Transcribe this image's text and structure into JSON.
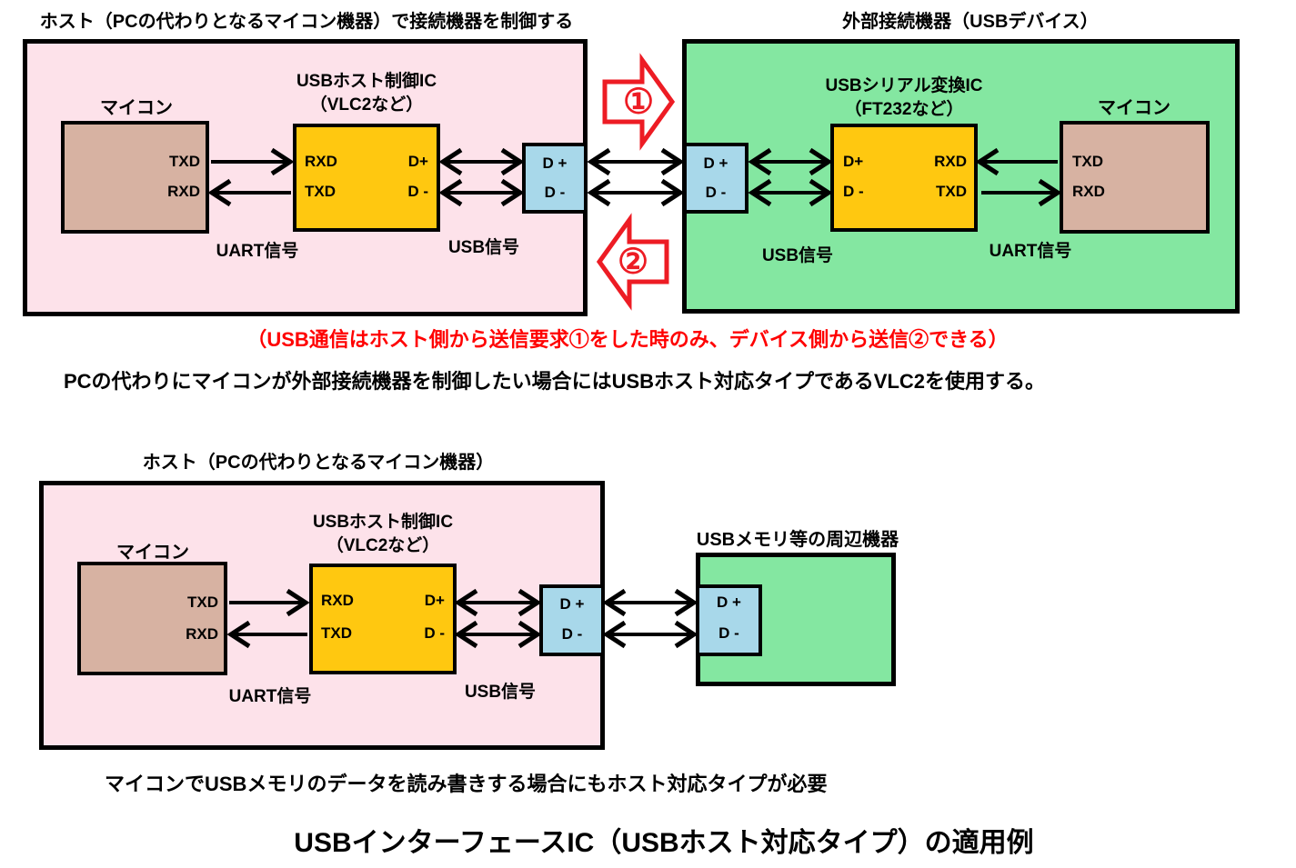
{
  "colors": {
    "host_fill": "#FDE2EA",
    "device_fill": "#84E7A1",
    "mcu_fill": "#D7B2A2",
    "ic_fill": "#FFC810",
    "usb_port_fill": "#A8D8EA",
    "block_arrow_red": "#ED1C24",
    "note_red": "#FF0000"
  },
  "top": {
    "host": {
      "title": "ホスト（PCの代わりとなるマイコン機器）で接続機器を制御する",
      "mcu_label": "マイコン",
      "mcu_pin_txd": "TXD",
      "mcu_pin_rxd": "RXD",
      "ic_title_1": "USBホスト制御IC",
      "ic_title_2": "（VLC2など）",
      "ic_pin_rxd": "RXD",
      "ic_pin_txd": "TXD",
      "ic_pin_dp": "D+",
      "ic_pin_dm": "D -",
      "port_pin_dp": "D +",
      "port_pin_dm": "D -",
      "uart_label": "UART信号",
      "usb_label": "USB信号"
    },
    "device": {
      "title": "外部接続機器（USBデバイス）",
      "port_pin_dp": "D +",
      "port_pin_dm": "D -",
      "ic_title_1": "USBシリアル変換IC",
      "ic_title_2": "（FT232など）",
      "ic_pin_dp": "D+",
      "ic_pin_dm": "D -",
      "ic_pin_rxd": "RXD",
      "ic_pin_txd": "TXD",
      "mcu_label": "マイコン",
      "mcu_pin_txd": "TXD",
      "mcu_pin_rxd": "RXD",
      "usb_label": "USB信号",
      "uart_label": "UART信号"
    },
    "request_label": "①",
    "response_label": "②"
  },
  "notes": {
    "usb_rule": "（USB通信はホスト側から送信要求①をした時のみ、デバイス側から送信②できる）",
    "vlc2_usage": "PCの代わりにマイコンが外部接続機器を制御したい場合にはUSBホスト対応タイプであるVLC2を使用する。"
  },
  "bottom": {
    "host": {
      "title": "ホスト（PCの代わりとなるマイコン機器）",
      "mcu_label": "マイコン",
      "mcu_pin_txd": "TXD",
      "mcu_pin_rxd": "RXD",
      "ic_title_1": "USBホスト制御IC",
      "ic_title_2": "（VLC2など）",
      "ic_pin_rxd": "RXD",
      "ic_pin_txd": "TXD",
      "ic_pin_dp": "D+",
      "ic_pin_dm": "D -",
      "port_pin_dp": "D +",
      "port_pin_dm": "D -",
      "uart_label": "UART信号",
      "usb_label": "USB信号"
    },
    "peripheral": {
      "title": "USBメモリ等の周辺機器",
      "port_pin_dp": "D +",
      "port_pin_dm": "D -"
    },
    "note": "マイコンでUSBメモリのデータを読み書きする場合にもホスト対応タイプが必要"
  },
  "footer_title": "USBインターフェースIC（USBホスト対応タイプ）の適用例"
}
